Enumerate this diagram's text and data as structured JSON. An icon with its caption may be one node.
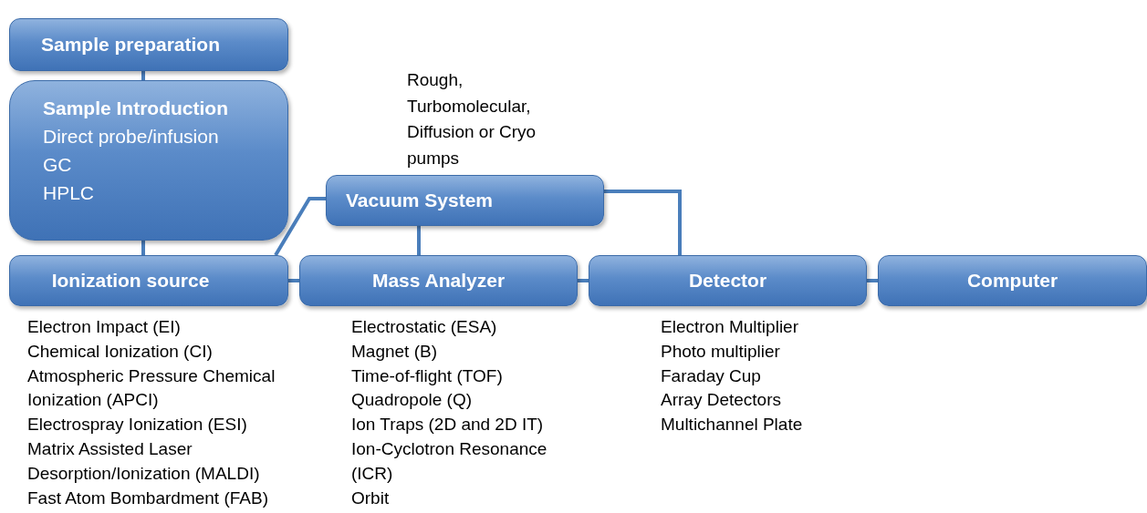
{
  "diagram": {
    "nodes": [
      {
        "text": [
          "Sample preparation"
        ]
      },
      {
        "text": [
          "Sample Introduction",
          "Direct probe/infusion",
          "GC",
          "HPLC"
        ]
      },
      {
        "text": [
          "Vacuum System"
        ],
        "beside": [
          "Rough, Turbomolecular, Diffusion or Cryo pumps"
        ]
      },
      {
        "text": [
          "Ionization source"
        ],
        "beside": [
          "Electron Impact (EI)",
          "Chemical Ionization (CI)",
          "Atmospheric Pressure Chemical Ionization (APCI)",
          "Electrospray Ionization (ESI)",
          "Matrix Assisted Laser Desorption/Ionization (MALDI)",
          "Fast Atom Bombardment (FAB)"
        ]
      },
      {
        "text": [
          "Mass Analyzer"
        ],
        "beside": [
          "Electrostatic (ESA)",
          "Magnet (B)",
          "Time-of-flight (TOF)",
          "Quadropole (Q)",
          "Ion Traps (2D and 2D IT)",
          "Ion-Cyclotron Resonance (ICR)",
          "Orbit"
        ]
      },
      {
        "text": [
          "Detector"
        ],
        "beside": [
          "Electron Multiplier",
          "Photo multiplier",
          "Faraday Cup",
          "Array Detectors",
          "Multichannel Plate"
        ]
      },
      {
        "text": [
          "Computer"
        ]
      }
    ],
    "edges": [
      {
        "from": 0,
        "to": 1,
        "arrow": "none"
      },
      {
        "from": 1,
        "to": 3,
        "arrow": "none"
      },
      {
        "from": 3,
        "to": 2,
        "arrow": "none"
      },
      {
        "from": 2,
        "to": 4,
        "arrow": "none"
      },
      {
        "from": 2,
        "to": 5,
        "arrow": "none"
      },
      {
        "from": 3,
        "to": 4,
        "arrow": "none"
      },
      {
        "from": 4,
        "to": 5,
        "arrow": "none"
      },
      {
        "from": 5,
        "to": 6,
        "arrow": "none"
      }
    ]
  }
}
